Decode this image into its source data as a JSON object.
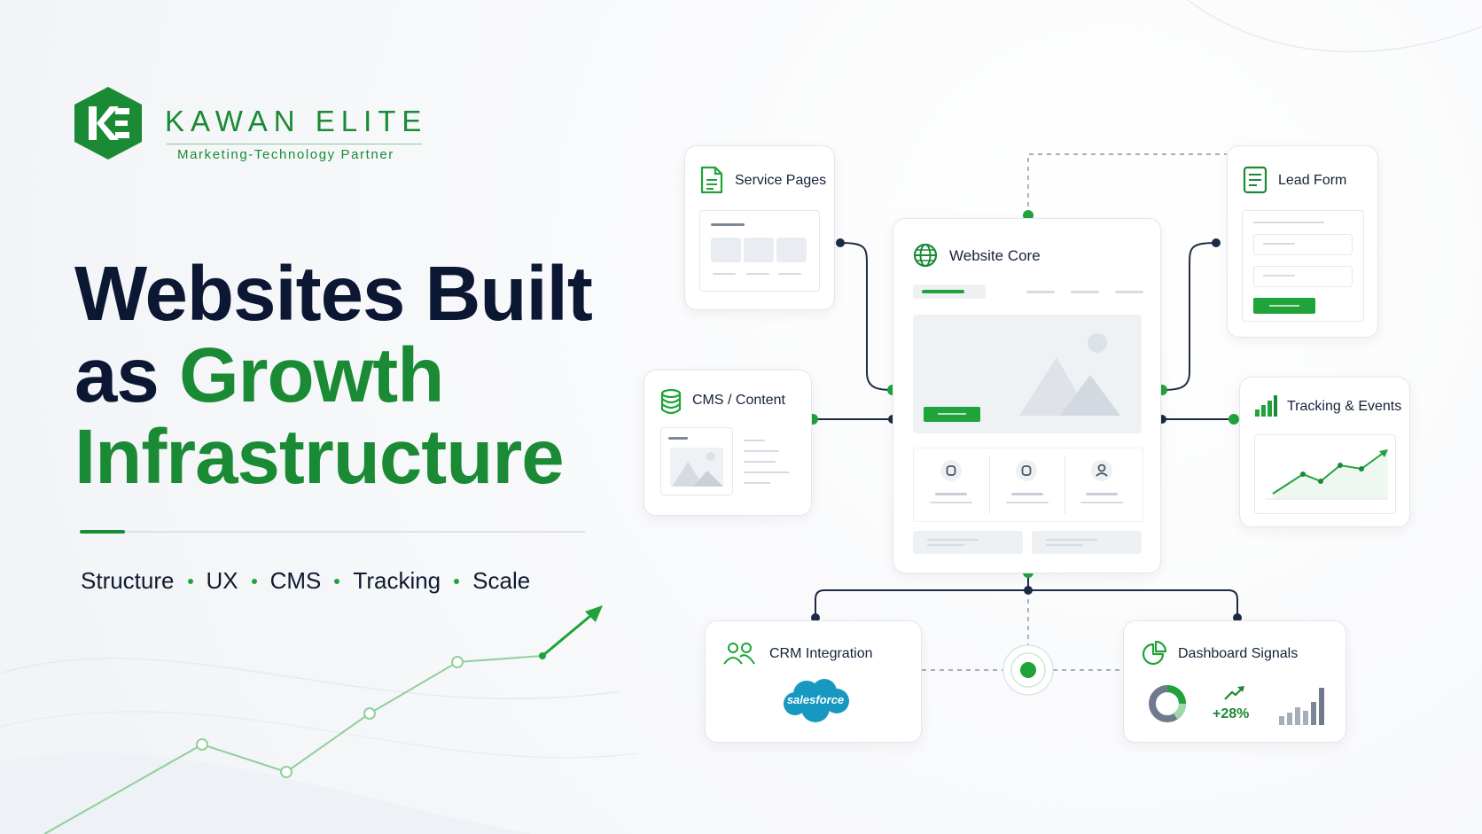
{
  "brand": {
    "name": "KAWAN ELITE",
    "tagline": "Marketing-Technology Partner"
  },
  "headline": {
    "line1": "Websites Built",
    "line2_prefix": "as ",
    "line2_accent": "Growth",
    "line3": "Infrastructure"
  },
  "pillars": [
    "Structure",
    "UX",
    "CMS",
    "Tracking",
    "Scale"
  ],
  "cards": {
    "service_pages": "Service Pages",
    "website_core": "Website Core",
    "lead_form": "Lead Form",
    "cms_content": "CMS / Content",
    "tracking_events": "Tracking & Events",
    "crm_integration": "CRM Integration",
    "dashboard_signals": "Dashboard Signals"
  },
  "crm_logo_text": "salesforce",
  "dashboard_growth": "+28%",
  "colors": {
    "brand_green": "#1a8a35",
    "accent_green": "#1fa33a",
    "navy": "#0b1733",
    "salesforce_blue": "#1798c1"
  },
  "icons": {
    "service_pages": "document-icon",
    "website_core": "globe-icon",
    "lead_form": "form-icon",
    "cms_content": "database-icon",
    "tracking_events": "bar-chart-icon",
    "crm_integration": "users-icon",
    "dashboard_signals": "pie-chart-icon"
  }
}
